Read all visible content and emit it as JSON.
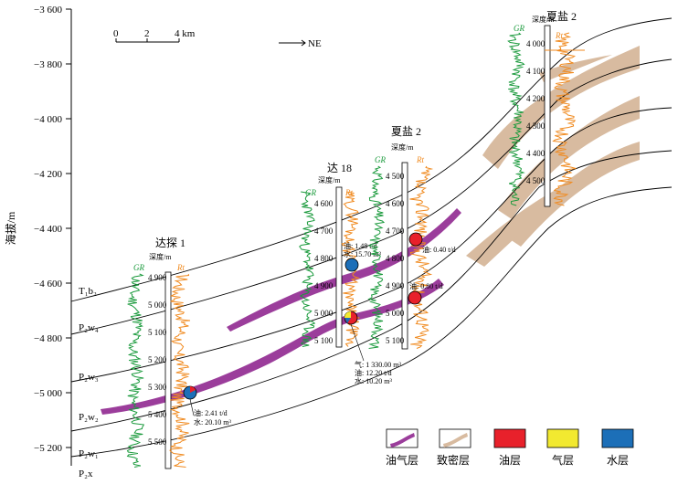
{
  "y_axis": {
    "label": "海拔/m",
    "ticks": [
      "−3 600",
      "−3 800",
      "−4 000",
      "−4 200",
      "−4 400",
      "−4 600",
      "−4 800",
      "−5 000",
      "−5 200"
    ]
  },
  "scale_bar": {
    "labels": [
      "0",
      "2",
      "4 km"
    ]
  },
  "direction": "NE",
  "layers": [
    "T₁b₂",
    "P₂w₄",
    "P₂w₃",
    "P₂w₂",
    "P₂w₁",
    "P₂x"
  ],
  "wells": [
    {
      "name": "达探 1",
      "depth_header": "深度/m",
      "gr_label": "GR",
      "rt_label": "Rt",
      "depth_ticks": [
        "4 900",
        "5 000",
        "5 100",
        "5 200",
        "5 300",
        "5 400",
        "5 500"
      ],
      "test_result": [
        "油: 2.41 t/d",
        "水: 20.10 m³"
      ]
    },
    {
      "name": "达 18",
      "depth_header": "深度/m",
      "gr_label": "GR",
      "rt_label": "Rt",
      "depth_ticks": [
        "4 600",
        "4 700",
        "4 800",
        "4 900",
        "5 000",
        "5 100"
      ],
      "test_result_upper": [
        "油: 1.48 t/d",
        "水: 15.70 m³"
      ],
      "test_result_lower": [
        "气: 1 330.00 m³",
        "油: 12.20 t/d",
        "水: 10.20 m³"
      ]
    },
    {
      "name": "夏盐 2",
      "depth_header": "深度/m",
      "gr_label": "GR",
      "rt_label": "Rt",
      "depth_ticks": [
        "4 500",
        "4 600",
        "4 700",
        "4 800",
        "4 900",
        "5 000",
        "5 100"
      ],
      "test_result_upper": [
        "油: 0.40 t/d"
      ],
      "test_result_lower": [
        "油: 0.80 t/d"
      ]
    },
    {
      "name": "夏盐 2",
      "depth_header": "深度/m",
      "gr_label": "GR",
      "rt_label": "Rt",
      "depth_ticks": [
        "4 000",
        "4 100",
        "4 200",
        "4 300",
        "4 400",
        "4 500"
      ]
    }
  ],
  "legend": [
    {
      "label": "油气层",
      "color": "#9b3d9b"
    },
    {
      "label": "致密层",
      "color": "#d8bba0"
    },
    {
      "label": "油层",
      "color": "#e8212b"
    },
    {
      "label": "气层",
      "color": "#f2e930"
    },
    {
      "label": "水层",
      "color": "#1c6fb8"
    }
  ],
  "colors": {
    "gr_curve": "#1a9a3c",
    "rt_curve": "#f08a1f",
    "oil_gas_layer": "#9b3d9b",
    "tight_layer": "#d8bba0",
    "oil": "#e8212b",
    "water": "#1c6fb8"
  }
}
